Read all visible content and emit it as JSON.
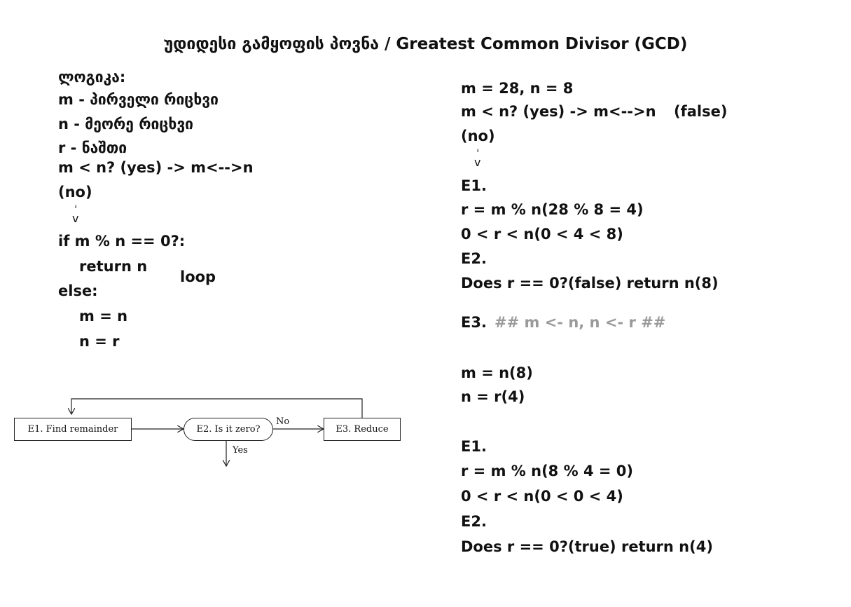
{
  "title": "უდიდესი გამყოფის პოვნა / Greatest Common Divisor (GCD)",
  "left": {
    "heading": "ლოგიკა:",
    "def_m": "m - პირველი რიცხვი",
    "def_n": "n - მეორე რიცხვი",
    "def_r": "r - ნაშთი",
    "swap": "m < n? (yes) -> m<-->n",
    "no": "(no)",
    "arrow_dash": "ˈ",
    "arrow_head": "v",
    "if_line": "if m % n == 0?:",
    "return_line": "return n",
    "loop_label": "loop",
    "else_line": "else:",
    "assign_m": "m = n",
    "assign_n": "n = r"
  },
  "flowchart": {
    "box1": "E1. Find remainder",
    "box2": "E2. Is it zero?",
    "box3": "E3. Reduce",
    "no_label": "No",
    "yes_label": "Yes"
  },
  "right": {
    "init": "m = 28, n = 8",
    "swap": "m < n? (yes) -> m<-->n",
    "swap_result": "(false)",
    "no": "(no)",
    "arrow_dash": "ˈ",
    "arrow_head": "v",
    "e1_a": "E1.",
    "r_calc_a": "r = m % n(28 % 8 = 4)",
    "range_a": "0 < r < n(0 < 4 < 8)",
    "e2_a": "E2.",
    "check_a": "Does r == 0?(false) return n(8)",
    "e3_label": "E3.",
    "e3_comment": "## m <- n, n <- r ##",
    "assign_m": "m = n(8)",
    "assign_n": "n = r(4)",
    "e1_b": "E1.",
    "r_calc_b": "r = m % n(8 % 4 = 0)",
    "range_b": "0 < r < n(0 < 0 < 4)",
    "e2_b": "E2.",
    "check_b": "Does r == 0?(true) return n(4)"
  }
}
